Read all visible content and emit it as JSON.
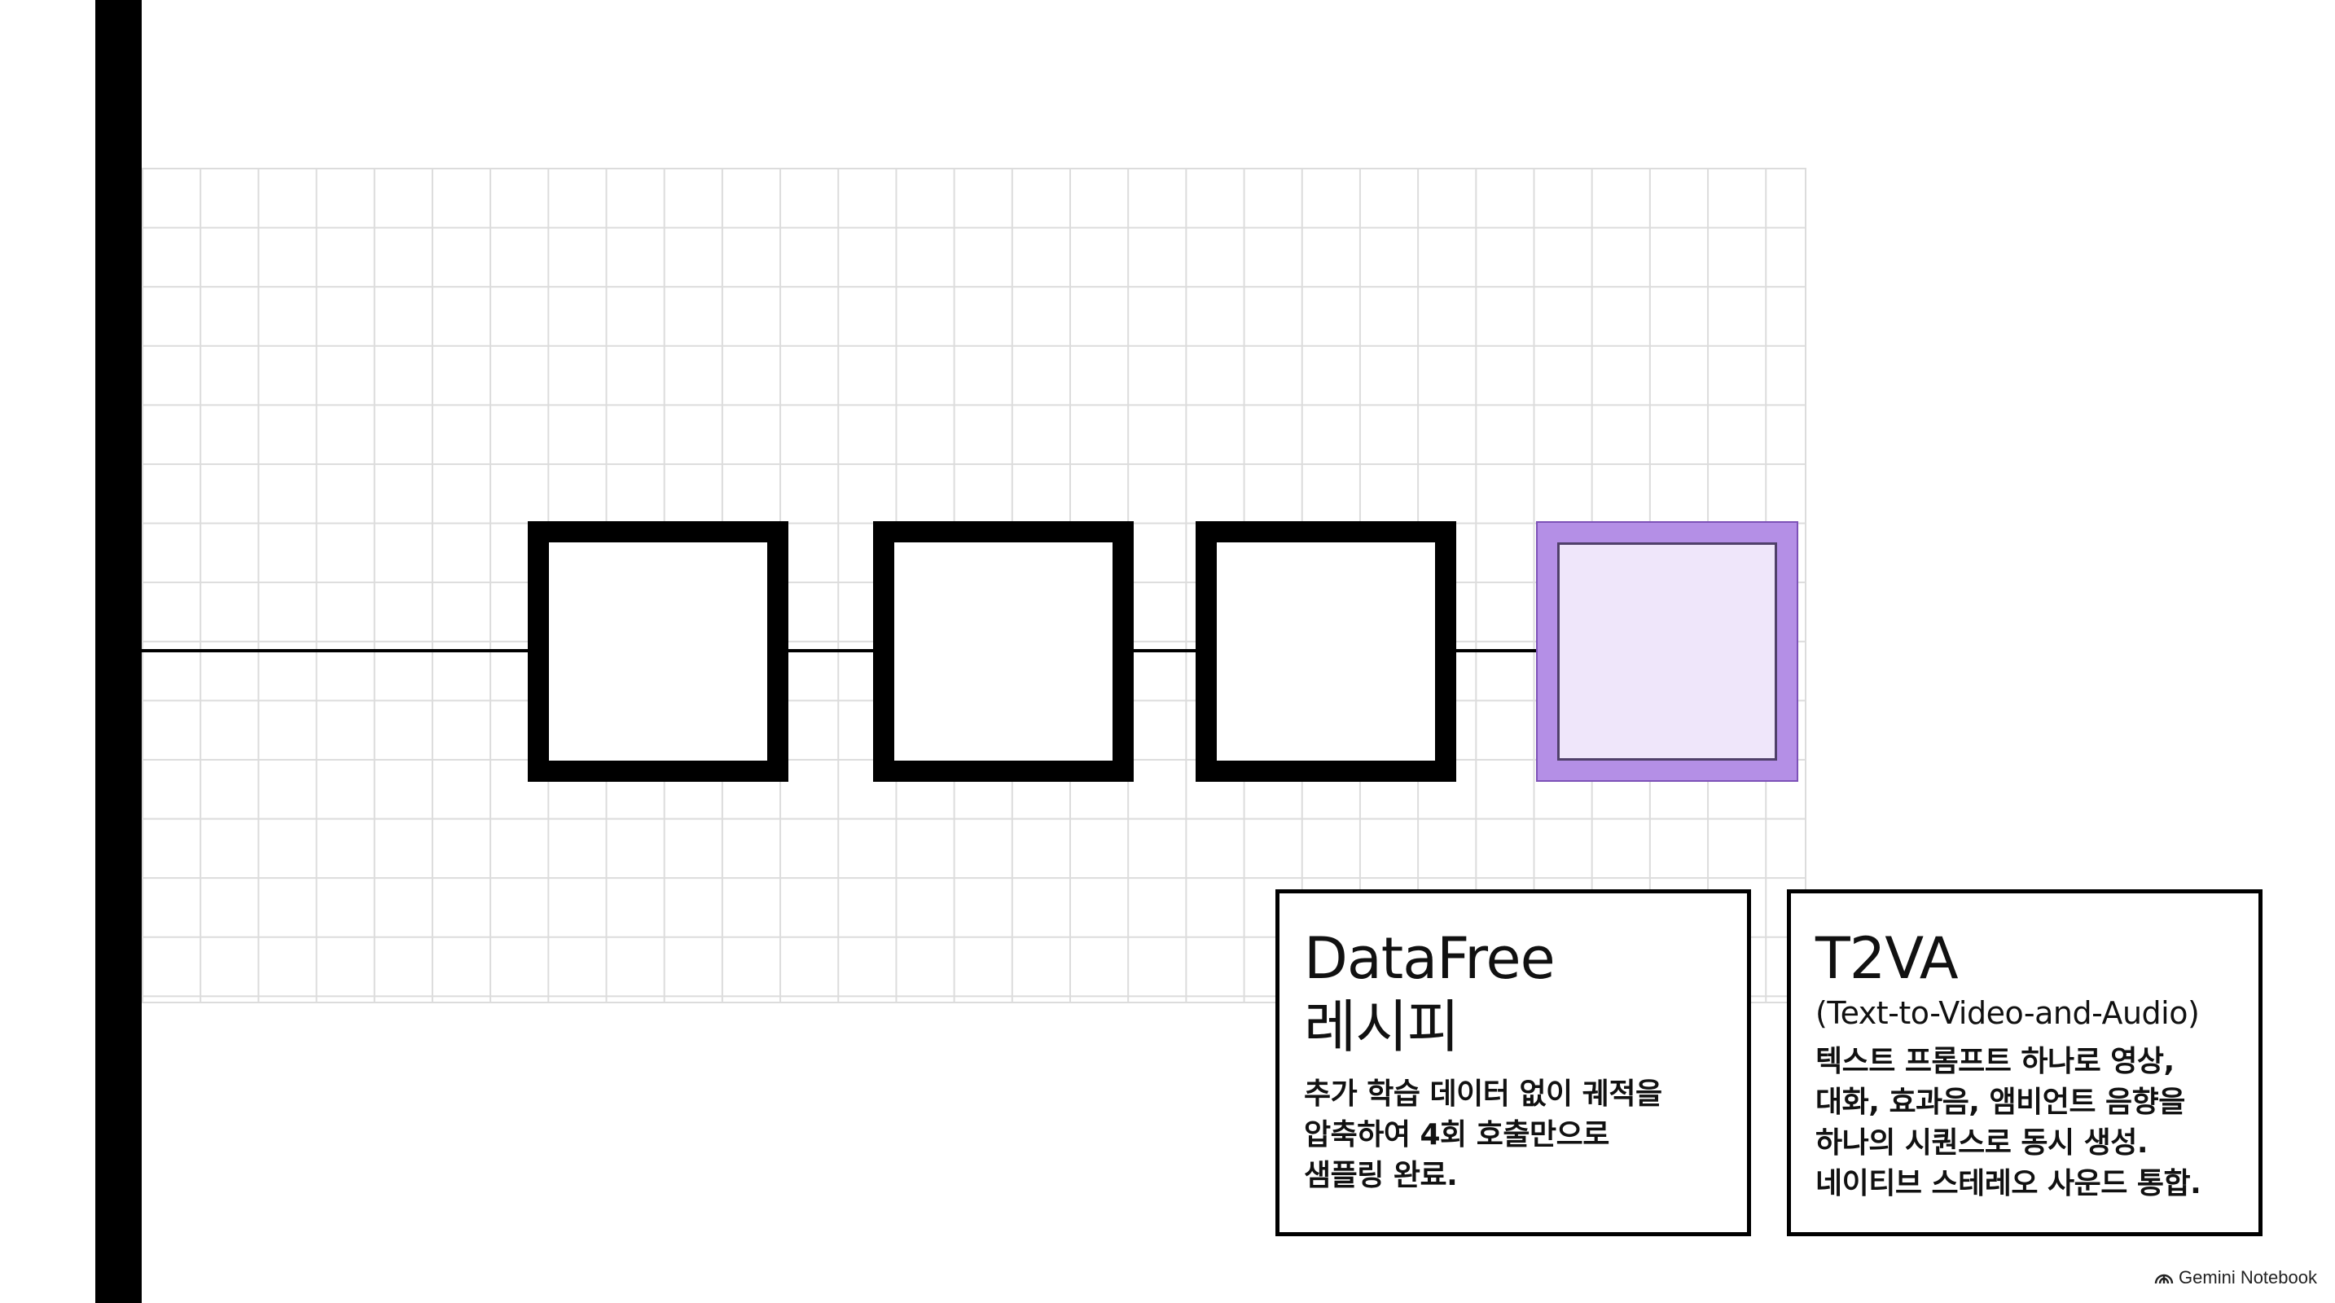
{
  "diagram": {
    "blocks": [
      {
        "id": "block-1",
        "style": "outline"
      },
      {
        "id": "block-2",
        "style": "outline"
      },
      {
        "id": "block-3",
        "style": "outline"
      },
      {
        "id": "block-4",
        "style": "highlighted",
        "fill_color": "#b48fe6",
        "inner_color": "#efe6fa"
      }
    ],
    "line_color": "#000000",
    "grid_color": "#dcdcdc"
  },
  "cards": {
    "datafree": {
      "title_line1": "DataFree",
      "title_line2": "레시피",
      "body": [
        "추가 학습 데이터 없이 궤적을",
        "압축하여 4회 호출만으로",
        "샘플링 완료."
      ]
    },
    "t2va": {
      "title": "T2VA",
      "subtitle": "(Text-to-Video-and-Audio)",
      "body": [
        "텍스트 프롬프트 하나로 영상,",
        "대화, 효과음, 앰비언트 음향을",
        "하나의 시퀀스로 동시 생성.",
        "네이티브 스테레오 사운드 통합."
      ]
    }
  },
  "footer": {
    "brand_icon": "gemini-notebook-logo-icon",
    "brand_label": "Gemini Notebook"
  }
}
